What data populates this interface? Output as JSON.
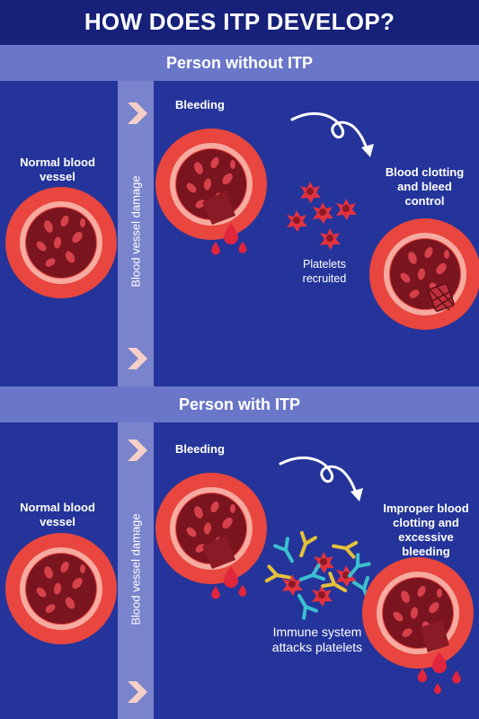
{
  "title": "HOW DOES ITP DEVELOP?",
  "sections": [
    {
      "heading": "Person without ITP",
      "normal_vessel": "Normal blood vessel",
      "strip_label": "Blood vessel damage",
      "bleeding": "Bleeding",
      "platelets": "Platelets recruited",
      "outcome": "Blood clotting and bleed control"
    },
    {
      "heading": "Person with ITP",
      "normal_vessel": "Normal blood vessel",
      "strip_label": "Blood vessel damage",
      "bleeding": "Bleeding",
      "platelets": "Immune system attacks platelets",
      "outcome": "Improper blood clotting and excessive bleeding"
    }
  ],
  "colors": {
    "background": "#24349a",
    "title_bar": "#17217a",
    "band": "#6a76c8",
    "strip": "#7984cc",
    "chevron": "#f6d0c8",
    "vessel_outer": "#e8463e",
    "vessel_ring": "#f6aaa0",
    "vessel_inner": "#7a1520",
    "blood_drop": "#e0253d"
  },
  "icons": [
    "chevron-right-icon",
    "curved-arrow-icon",
    "platelet-icon",
    "antibody-icon",
    "blood-drop-icon",
    "blood-vessel-icon",
    "clot-mesh-icon"
  ]
}
